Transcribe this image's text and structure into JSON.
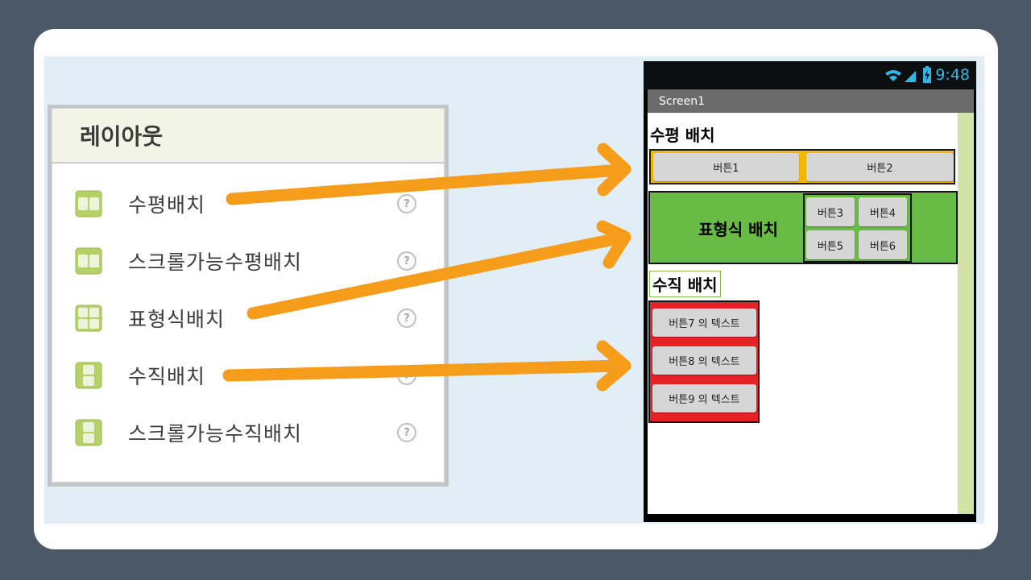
{
  "palette": {
    "title": "레이아웃",
    "help_symbol": "?",
    "items": [
      {
        "label": "수평배치",
        "icon": "horizontal-arrangement-icon"
      },
      {
        "label": "스크롤가능수평배치",
        "icon": "horizontal-scroll-arrangement-icon"
      },
      {
        "label": "표형식배치",
        "icon": "table-arrangement-icon"
      },
      {
        "label": "수직배치",
        "icon": "vertical-arrangement-icon"
      },
      {
        "label": "스크롤가능수직배치",
        "icon": "vertical-scroll-arrangement-icon"
      }
    ]
  },
  "phone": {
    "time": "9:48",
    "screen_title": "Screen1",
    "horizontal": {
      "heading": "수평 배치",
      "buttons": [
        "버튼1",
        "버튼2"
      ],
      "border_color": "#f5b800"
    },
    "table": {
      "label": "표형식 배치",
      "buttons": [
        "버튼3",
        "버튼4",
        "버튼5",
        "버튼6"
      ],
      "bg_color": "#68bb45"
    },
    "vertical": {
      "heading": "수직 배치",
      "buttons": [
        "버튼7 의 텍스트",
        "버튼8 의 텍스트",
        "버튼9 의 텍스트"
      ],
      "bg_color": "#e52227"
    }
  },
  "colors": {
    "arrow": "#f59c1a",
    "background": "#4b5868",
    "stage": "#e1eef5"
  }
}
